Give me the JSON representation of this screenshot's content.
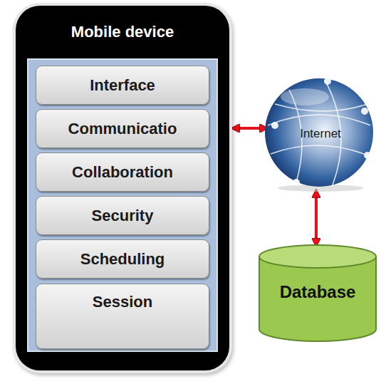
{
  "diagram": {
    "nodes": [
      {
        "text": [
          "Mobile device"
        ]
      },
      {
        "text": [
          "Interface"
        ],
        "in": 0
      },
      {
        "text": [
          "Communicatio"
        ],
        "in": 0
      },
      {
        "text": [
          "Collaboration"
        ],
        "in": 0
      },
      {
        "text": [
          "Security"
        ],
        "in": 0
      },
      {
        "text": [
          "Scheduling"
        ],
        "in": 0
      },
      {
        "text": [
          "Session"
        ],
        "in": 0
      },
      {
        "text": [
          "Internet"
        ]
      },
      {
        "text": [
          "Database"
        ]
      }
    ],
    "edges": [
      {
        "from": 0,
        "to": 7,
        "arrow": "both"
      },
      {
        "from": 7,
        "to": 8,
        "arrow": "both"
      }
    ]
  }
}
